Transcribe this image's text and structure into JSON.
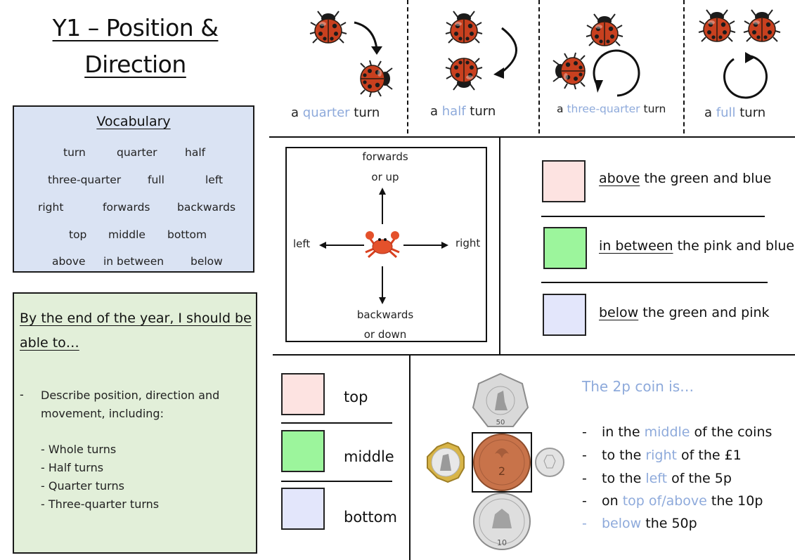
{
  "title": {
    "line1": "Y1 – Position &",
    "line2": "Direction"
  },
  "vocabulary": {
    "heading": "Vocabulary",
    "words": [
      "turn",
      "quarter",
      "half",
      "three-quarter",
      "full",
      "left",
      "right",
      "forwards",
      "backwards",
      "top",
      "middle",
      "bottom",
      "above",
      "in between",
      "below"
    ]
  },
  "goals": {
    "heading": "By the end of the year, I should be able to…",
    "dash": "-",
    "main": "Describe position, direction and movement, including:",
    "items": [
      "- Whole turns",
      "- Half turns",
      "- Quarter turns",
      "- Three-quarter turns"
    ]
  },
  "turns": [
    {
      "article": "a",
      "highlight": "quarter",
      "word": "turn"
    },
    {
      "article": "a",
      "highlight": "half",
      "word": "turn"
    },
    {
      "article": "a",
      "highlight": "three-quarter",
      "word": "turn"
    },
    {
      "article": "a",
      "highlight": "full",
      "word": "turn"
    }
  ],
  "compass": {
    "forwards": "forwards",
    "or_up": "or up",
    "left": "left",
    "right": "right",
    "backwards": "backwards",
    "or_down": "or down"
  },
  "position_colors": {
    "pink": "#fde3e1",
    "green": "#9cf59c",
    "blue": "#e3e6fb"
  },
  "relative_positions": [
    {
      "underlined": "above",
      "rest": "the green and blue"
    },
    {
      "underlined": "in between",
      "rest": "the pink and blue"
    },
    {
      "underlined": "below",
      "rest": "the green and pink"
    }
  ],
  "stack": [
    "top",
    "middle",
    "bottom"
  ],
  "coins": {
    "heading": "The 2p coin is…",
    "items": [
      {
        "dash": "-",
        "pre": "in the",
        "hl": "middle",
        "post": "of the coins"
      },
      {
        "dash": "-",
        "pre": "to the",
        "hl": "right",
        "post": "of the £1"
      },
      {
        "dash": "-",
        "pre": "to the",
        "hl": "left",
        "post": "of the 5p"
      },
      {
        "dash": "-",
        "pre": "on",
        "hl": "top of/above",
        "post": "the 10p"
      },
      {
        "dash": "-",
        "pre": "",
        "hl": "below",
        "post": "the 50p"
      }
    ],
    "fifty_label": "50",
    "ten_label": "10",
    "two_label": "2"
  }
}
